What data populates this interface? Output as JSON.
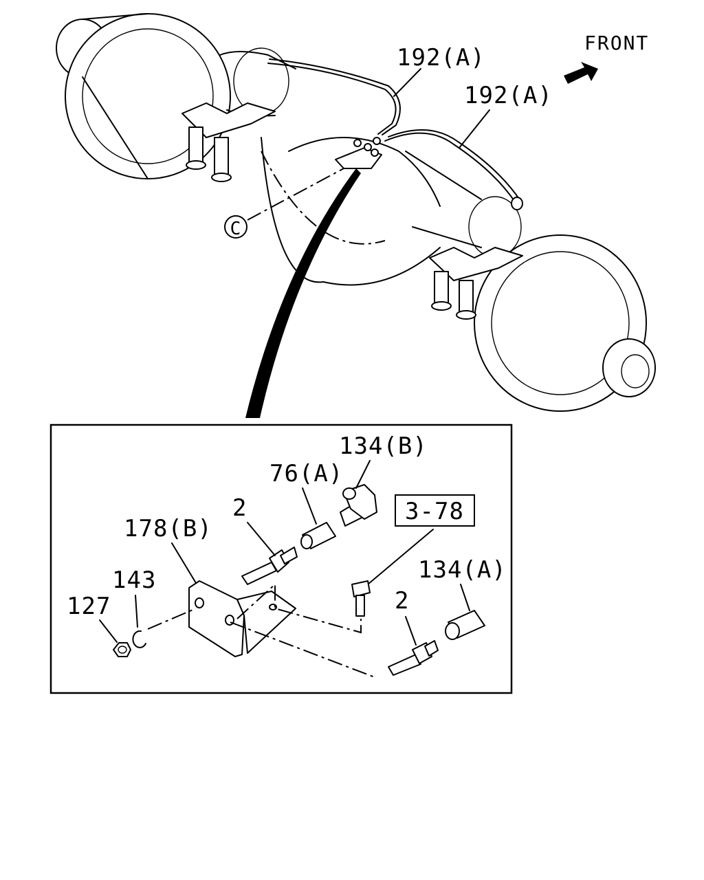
{
  "orientation": {
    "front_label": "FRONT",
    "arrow_icon": "front-arrow-icon"
  },
  "axle_labels": {
    "pipe_left": "192(A)",
    "pipe_right": "192(A)",
    "detail_ref": "C"
  },
  "detail_labels": {
    "hose_elbow": "134(B)",
    "connector_76": "76(A)",
    "union_left": "2",
    "bracket": "178(B)",
    "ref_box": "3-78",
    "washer": "143",
    "nut": "127",
    "hose_end": "134(A)",
    "union_right": "2"
  },
  "colors": {
    "line": "#000000",
    "background": "#ffffff"
  }
}
